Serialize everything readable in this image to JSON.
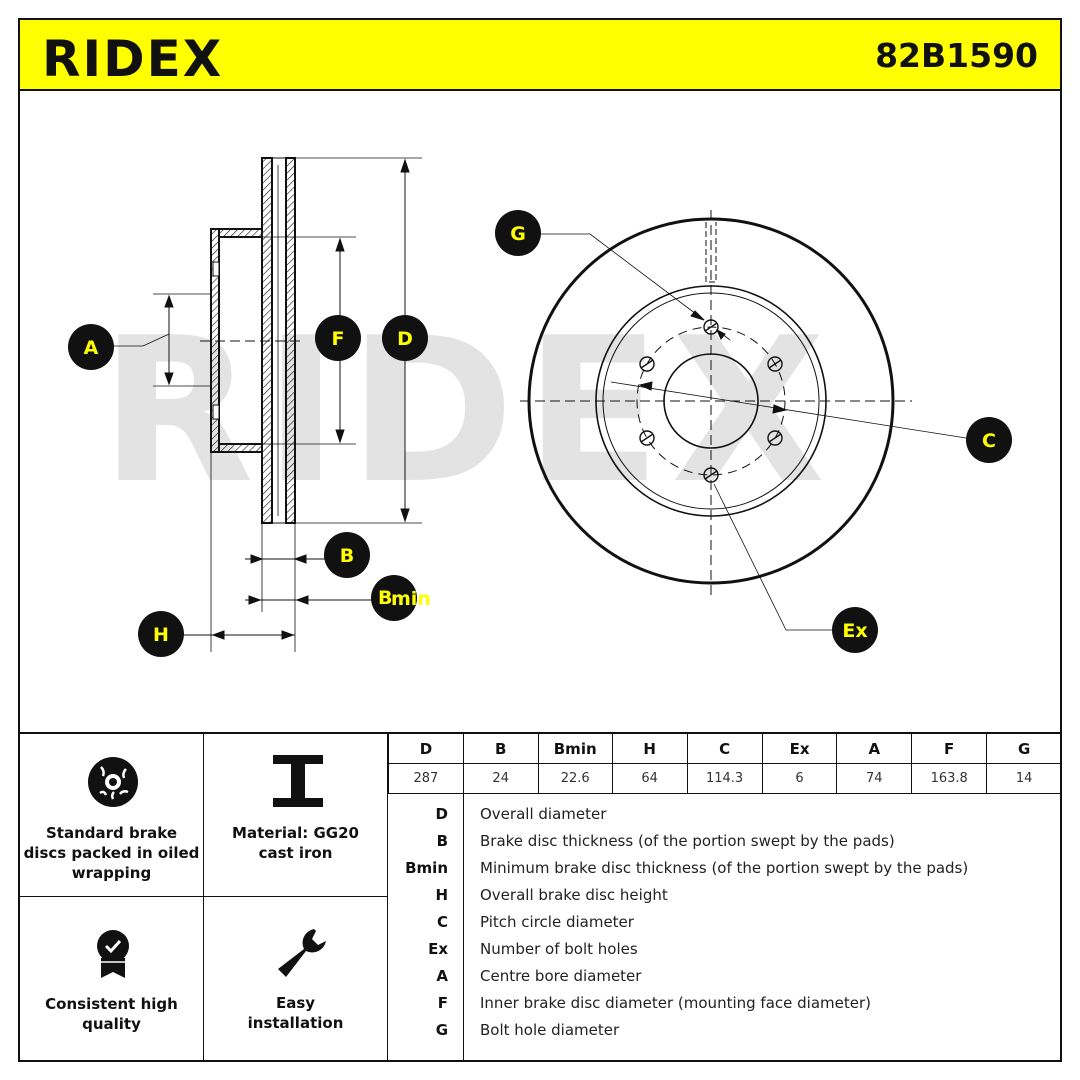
{
  "header": {
    "brand": "RIDEX",
    "part_number": "82B1590",
    "accent_color": "#ffff00"
  },
  "drawing": {
    "labels": {
      "A": "A",
      "B": "B",
      "Bmin_main": "B",
      "Bmin_sub": "min",
      "C": "C",
      "D": "D",
      "Ex": "Ex",
      "F": "F",
      "G": "G",
      "H": "H"
    },
    "watermark": "RIDEX"
  },
  "features": [
    {
      "icon": "brake-disc-icon",
      "text": [
        "Standard brake",
        "discs packed in oiled",
        "wrapping"
      ]
    },
    {
      "icon": "i-beam-icon",
      "text": [
        "Material: GG20",
        "cast iron"
      ]
    },
    {
      "icon": "quality-badge-icon",
      "text": [
        "Consistent high",
        "quality"
      ]
    },
    {
      "icon": "wrench-icon",
      "text": [
        "Easy",
        "installation"
      ]
    }
  ],
  "spec_table": {
    "headers": [
      "D",
      "B",
      "Bmin",
      "H",
      "C",
      "Ex",
      "A",
      "F",
      "G"
    ],
    "values": [
      "287",
      "24",
      "22.6",
      "64",
      "114.3",
      "6",
      "74",
      "163.8",
      "14"
    ]
  },
  "legend": [
    {
      "key": "D",
      "desc": "Overall diameter"
    },
    {
      "key": "B",
      "desc": "Brake disc thickness (of the portion swept by the pads)"
    },
    {
      "key": "Bmin",
      "desc": "Minimum brake disc thickness (of the portion swept by the pads)"
    },
    {
      "key": "H",
      "desc": "Overall brake disc height"
    },
    {
      "key": "C",
      "desc": "Pitch circle diameter"
    },
    {
      "key": "Ex",
      "desc": "Number of bolt holes"
    },
    {
      "key": "A",
      "desc": "Centre bore diameter"
    },
    {
      "key": "F",
      "desc": "Inner brake disc diameter (mounting face diameter)"
    },
    {
      "key": "G",
      "desc": "Bolt hole diameter"
    }
  ]
}
